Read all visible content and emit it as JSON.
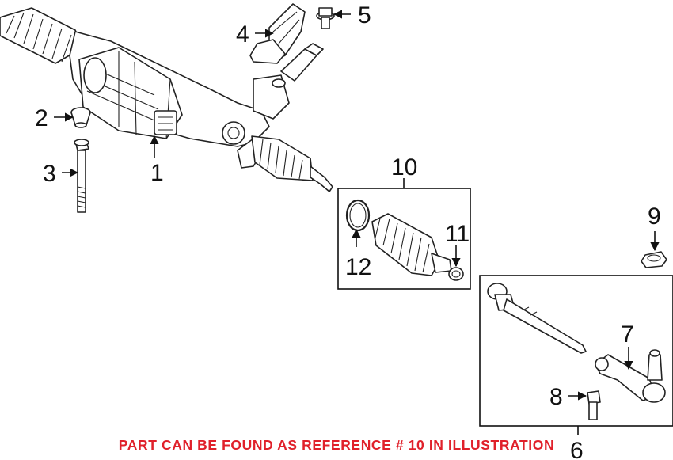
{
  "callouts": {
    "c1": "1",
    "c2": "2",
    "c3": "3",
    "c4": "4",
    "c5": "5",
    "c6": "6",
    "c7": "7",
    "c8": "8",
    "c9": "9",
    "c10": "10",
    "c11": "11",
    "c12": "12"
  },
  "parts": {
    "p1": "steering-rack",
    "p2": "mount-bushing",
    "p3": "mounting-bolt",
    "p4": "heat-shield-bracket",
    "p5": "flange-bolt",
    "p6": "tie-rod-assembly",
    "p7": "outer-tie-rod-end",
    "p8": "bolt",
    "p9": "lock-nut",
    "p10": "boot-kit",
    "p11": "boot-clamp",
    "p12": "boot-ring"
  },
  "colors": {
    "footnote": "#e0212b",
    "linework": "#222222"
  },
  "footnote": "PART CAN BE FOUND AS REFERENCE # 10 IN ILLUSTRATION"
}
